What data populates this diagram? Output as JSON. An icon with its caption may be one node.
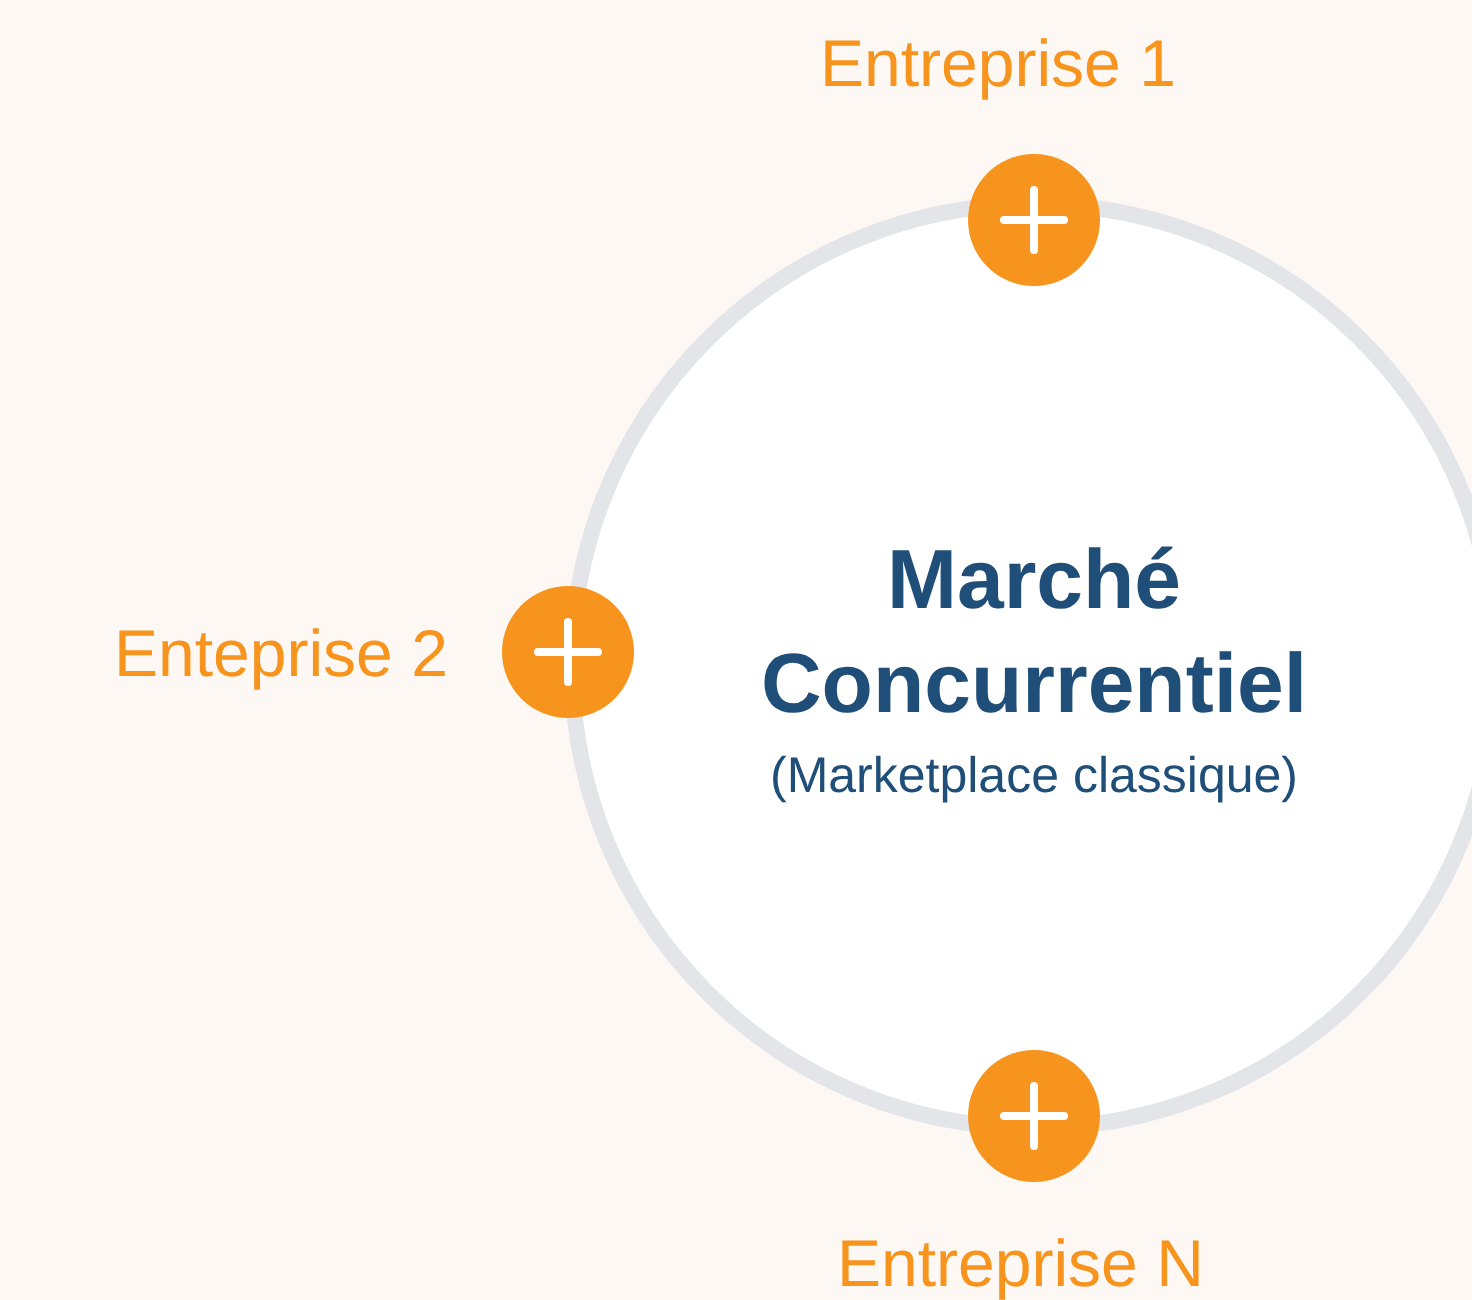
{
  "diagram": {
    "nodes": [
      {
        "text": [
          "Marché Concurrentiel",
          "(Marketplace classique)"
        ]
      },
      {
        "text": [],
        "shape": "circle",
        "beside": [
          "Entreprise 1"
        ]
      },
      {
        "text": [],
        "shape": "circle",
        "beside": [
          "Enteprise 2"
        ]
      },
      {
        "text": [],
        "shape": "circle",
        "beside": [
          "Entreprise N"
        ]
      }
    ]
  }
}
